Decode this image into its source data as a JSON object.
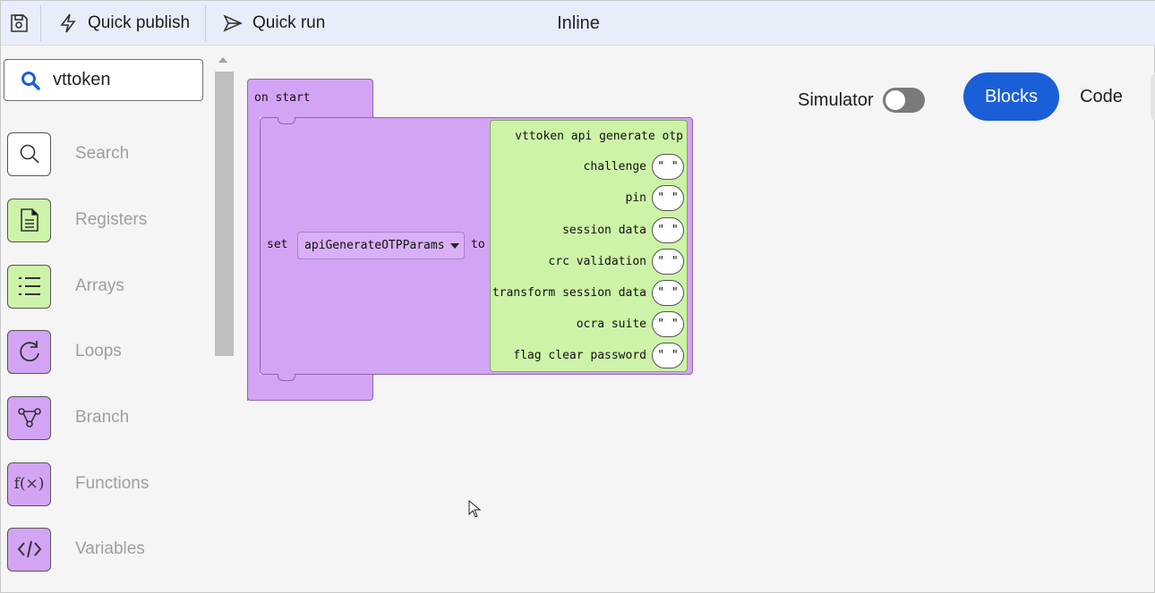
{
  "toolbar": {
    "quick_publish": "Quick publish",
    "quick_run": "Quick run",
    "title": "Inline"
  },
  "search": {
    "value": "vttoken",
    "placeholder": ""
  },
  "categories": [
    {
      "label": "Search",
      "icon": "search-icon",
      "color": "#ffffff"
    },
    {
      "label": "Registers",
      "icon": "document-icon",
      "color": "#cdf3a8"
    },
    {
      "label": "Arrays",
      "icon": "list-icon",
      "color": "#cdf3a8"
    },
    {
      "label": "Loops",
      "icon": "loop-icon",
      "color": "#d3a4f4"
    },
    {
      "label": "Branch",
      "icon": "branch-icon",
      "color": "#d3a4f4"
    },
    {
      "label": "Functions",
      "icon": "function-icon",
      "color": "#d3a4f4"
    },
    {
      "label": "Variables",
      "icon": "code-icon",
      "color": "#d3a4f4"
    }
  ],
  "controls": {
    "simulator": "Simulator",
    "simulator_on": false,
    "blocks": "Blocks",
    "code": "Code"
  },
  "workspace": {
    "on_start": "on start",
    "set": "set",
    "variable": "apiGenerateOTPParams",
    "to": "to",
    "api_title": "vttoken api generate otp",
    "params": [
      {
        "label": "challenge",
        "value": "\" \""
      },
      {
        "label": "pin",
        "value": "\" \""
      },
      {
        "label": "session data",
        "value": "\" \""
      },
      {
        "label": "crc validation",
        "value": "\" \""
      },
      {
        "label": "transform session data",
        "value": "\" \""
      },
      {
        "label": "ocra suite",
        "value": "\" \""
      },
      {
        "label": "flag clear password",
        "value": "\" \""
      }
    ]
  },
  "colors": {
    "accent": "#1a5fd8",
    "block_purple": "#d3a4f4",
    "block_green": "#cdf3a8",
    "toolbar_bg": "#e8eef9"
  }
}
